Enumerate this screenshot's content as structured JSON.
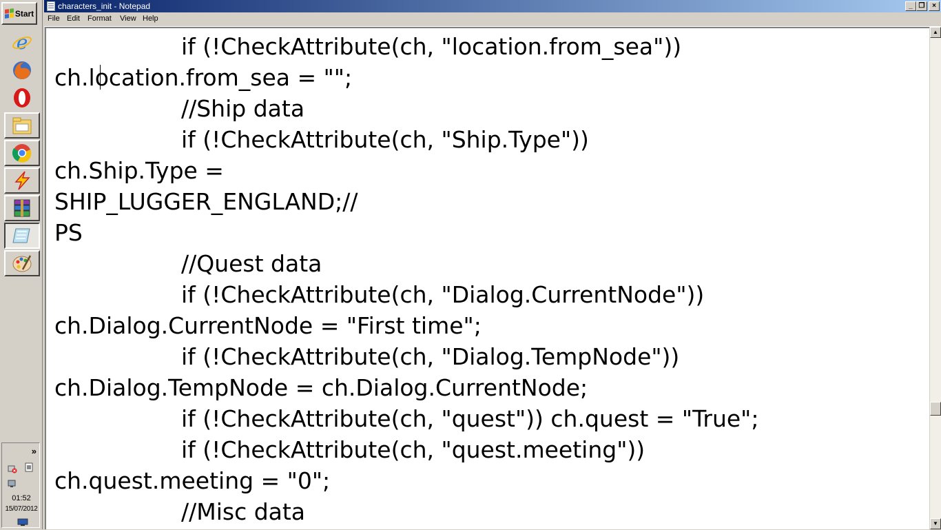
{
  "taskbar": {
    "start_label": "Start",
    "quick_launch": [
      {
        "icon": "internet-explorer-icon"
      },
      {
        "icon": "firefox-icon"
      },
      {
        "icon": "opera-icon"
      }
    ],
    "tasks": [
      {
        "icon": "folder-icon",
        "active": false
      },
      {
        "icon": "chrome-icon",
        "active": false
      },
      {
        "icon": "lightning-app-icon",
        "active": false
      },
      {
        "icon": "winrar-icon",
        "active": false
      },
      {
        "icon": "notepad-icon",
        "active": true
      },
      {
        "icon": "paint-icon",
        "active": false
      }
    ],
    "tray": {
      "expand_label": "»",
      "time": "01:52",
      "date": "15/07/2012"
    }
  },
  "window": {
    "title": "characters_init - Notepad",
    "menu": [
      "File",
      "Edit",
      "Format",
      "View",
      "Help"
    ],
    "controls": {
      "minimize": "_",
      "restore": "❐",
      "close": "×"
    }
  },
  "editor": {
    "lines": [
      {
        "text": "if (!CheckAttribute(ch, \"location.from_sea\"))",
        "indent": true
      },
      {
        "text": "ch.location.from_sea = \"\";",
        "indent": false
      },
      {
        "text": "//Ship data",
        "indent": true
      },
      {
        "text": "if (!CheckAttribute(ch, \"Ship.Type\"))",
        "indent": true
      },
      {
        "text": "ch.Ship.Type =",
        "indent": false
      },
      {
        "text": "SHIP_LUGGER_ENGLAND;//",
        "indent": false
      },
      {
        "text": "PS",
        "indent": false
      },
      {
        "text": "//Quest data",
        "indent": true
      },
      {
        "text": "if (!CheckAttribute(ch, \"Dialog.CurrentNode\"))",
        "indent": true
      },
      {
        "text": "ch.Dialog.CurrentNode = \"First time\";",
        "indent": false
      },
      {
        "text": "if (!CheckAttribute(ch, \"Dialog.TempNode\"))",
        "indent": true
      },
      {
        "text": "ch.Dialog.TempNode = ch.Dialog.CurrentNode;",
        "indent": false
      },
      {
        "text": "if (!CheckAttribute(ch, \"quest\")) ch.quest = \"True\";",
        "indent": true
      },
      {
        "text": "if (!CheckAttribute(ch, \"quest.meeting\"))",
        "indent": true
      },
      {
        "text": "ch.quest.meeting = \"0\";",
        "indent": false
      },
      {
        "text": "//Misc data",
        "indent": true
      }
    ]
  },
  "scrollbar": {
    "up": "▲",
    "down": "▼",
    "position": 0.78
  }
}
